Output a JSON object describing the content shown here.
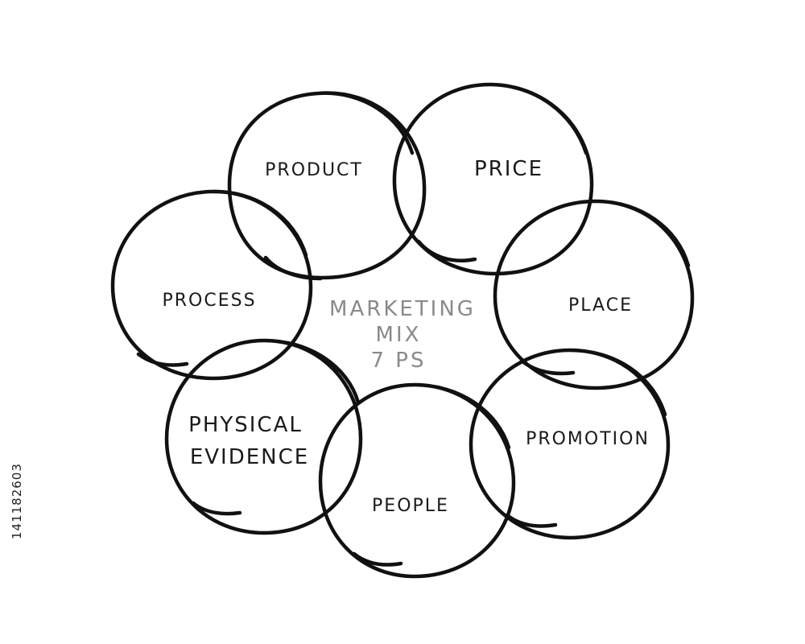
{
  "center": {
    "line1": "MARKETING",
    "line2": "MIX",
    "line3": "7 PS"
  },
  "nodes": [
    {
      "id": "product",
      "label": "PRODUCT"
    },
    {
      "id": "price",
      "label": "PRICE"
    },
    {
      "id": "place",
      "label": "PLACE"
    },
    {
      "id": "promotion",
      "label": "PROMOTION"
    },
    {
      "id": "people",
      "label": "PEOPLE"
    },
    {
      "id": "physical-evidence",
      "line1": "PHYSICAL",
      "line2": "EVIDENCE"
    },
    {
      "id": "process",
      "label": "PROCESS"
    }
  ],
  "colors": {
    "stroke": "#111111",
    "center_text": "#8a8a8a",
    "label_text": "#1a1a1a",
    "background": "#ffffff"
  },
  "watermark": {
    "side_text": "141182603"
  }
}
